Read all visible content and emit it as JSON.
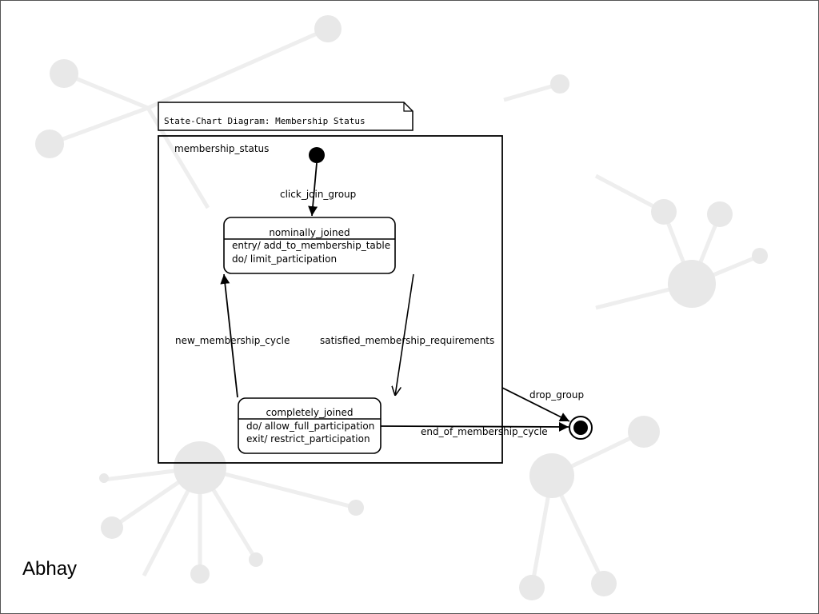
{
  "diagram": {
    "title": "State-Chart Diagram: Membership Status",
    "composite_state": "membership_status",
    "states": [
      {
        "id": "nominally_joined",
        "name": "nominally_joined",
        "activities": [
          "entry/ add_to_membership_table",
          "do/ limit_participation"
        ]
      },
      {
        "id": "completely_joined",
        "name": "completely_joined",
        "activities": [
          "do/ allow_full_participation",
          "exit/ restrict_participation"
        ]
      }
    ],
    "transitions": [
      {
        "from": "initial",
        "to": "nominally_joined",
        "label": "click_join_group"
      },
      {
        "from": "nominally_joined",
        "to": "completely_joined",
        "label": "satisfied_membership_requirements"
      },
      {
        "from": "completely_joined",
        "to": "nominally_joined",
        "label": "new_membership_cycle"
      },
      {
        "from": "completely_joined",
        "to": "final",
        "label": "end_of_membership_cycle"
      },
      {
        "from": "membership_status",
        "to": "final",
        "label": "drop_group"
      }
    ]
  },
  "footer": {
    "author": "Abhay"
  },
  "colors": {
    "line": "#000000",
    "background": "#ffffff",
    "network_node": "#e8e8e8",
    "network_edge": "#eeeeee"
  }
}
